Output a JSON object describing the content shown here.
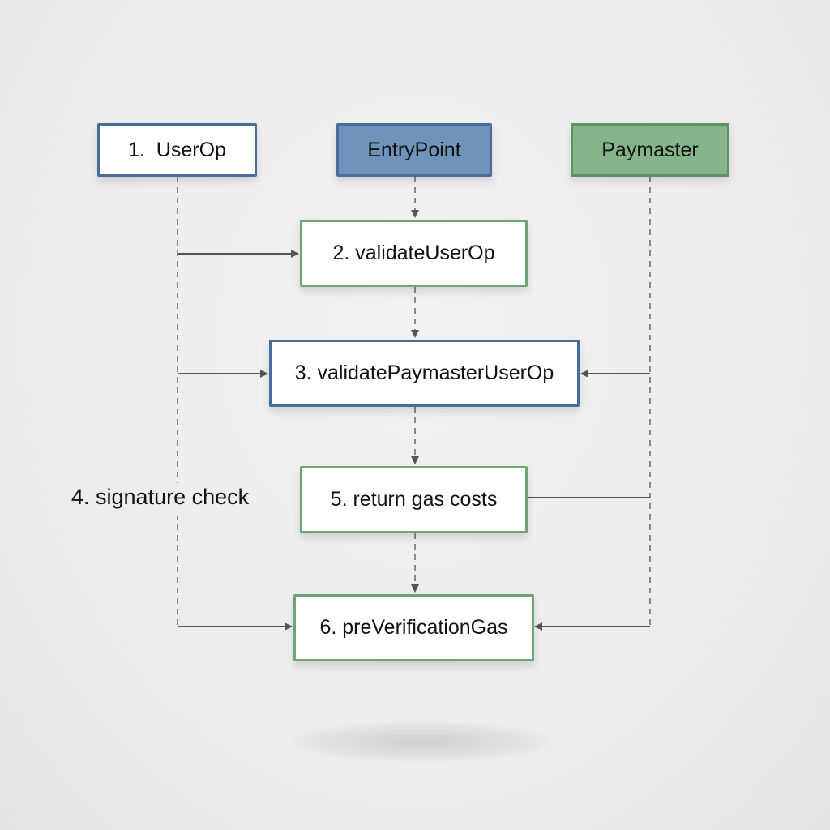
{
  "diagram": {
    "type": "sequence-flow",
    "participants": [
      {
        "id": "userop",
        "label": "1.  UserOp",
        "style": "white-blue"
      },
      {
        "id": "entrypoint",
        "label": "EntryPoint",
        "style": "fill-blue"
      },
      {
        "id": "paymaster",
        "label": "Paymaster",
        "style": "fill-green"
      }
    ],
    "steps": [
      {
        "id": "step2",
        "label": "2. validateUserOp",
        "style": "white-green"
      },
      {
        "id": "step3",
        "label": "3. validatePaymasterUserOp",
        "style": "white-blue"
      },
      {
        "id": "step4",
        "label": "4. signature check"
      },
      {
        "id": "step5",
        "label": "5. return gas costs",
        "style": "white-green"
      },
      {
        "id": "step6",
        "label": "6. preVerificationGas",
        "style": "white-green"
      }
    ],
    "edges": [
      {
        "from": "entrypoint",
        "to": "step2",
        "style": "dashed-arrow"
      },
      {
        "from": "userop",
        "to": "step2",
        "style": "solid-arrow"
      },
      {
        "from": "step2",
        "to": "step3",
        "style": "dashed-arrow"
      },
      {
        "from": "userop",
        "to": "step3",
        "style": "solid-arrow"
      },
      {
        "from": "paymaster",
        "to": "step3",
        "style": "solid-arrow"
      },
      {
        "from": "step3",
        "to": "step5",
        "style": "dashed-arrow"
      },
      {
        "from": "step5",
        "to": "paymaster",
        "style": "solid-line"
      },
      {
        "from": "step5",
        "to": "step6",
        "style": "dashed-arrow"
      },
      {
        "from": "userop",
        "to": "step6",
        "style": "solid-arrow"
      },
      {
        "from": "paymaster",
        "to": "step6",
        "style": "solid-arrow"
      }
    ],
    "colors": {
      "blue_border": "#4a6c98",
      "blue_fill": "#6f93bb",
      "green_border": "#6fa477",
      "green_fill": "#86b58b",
      "line": "#555555",
      "background": "#ececec"
    }
  }
}
